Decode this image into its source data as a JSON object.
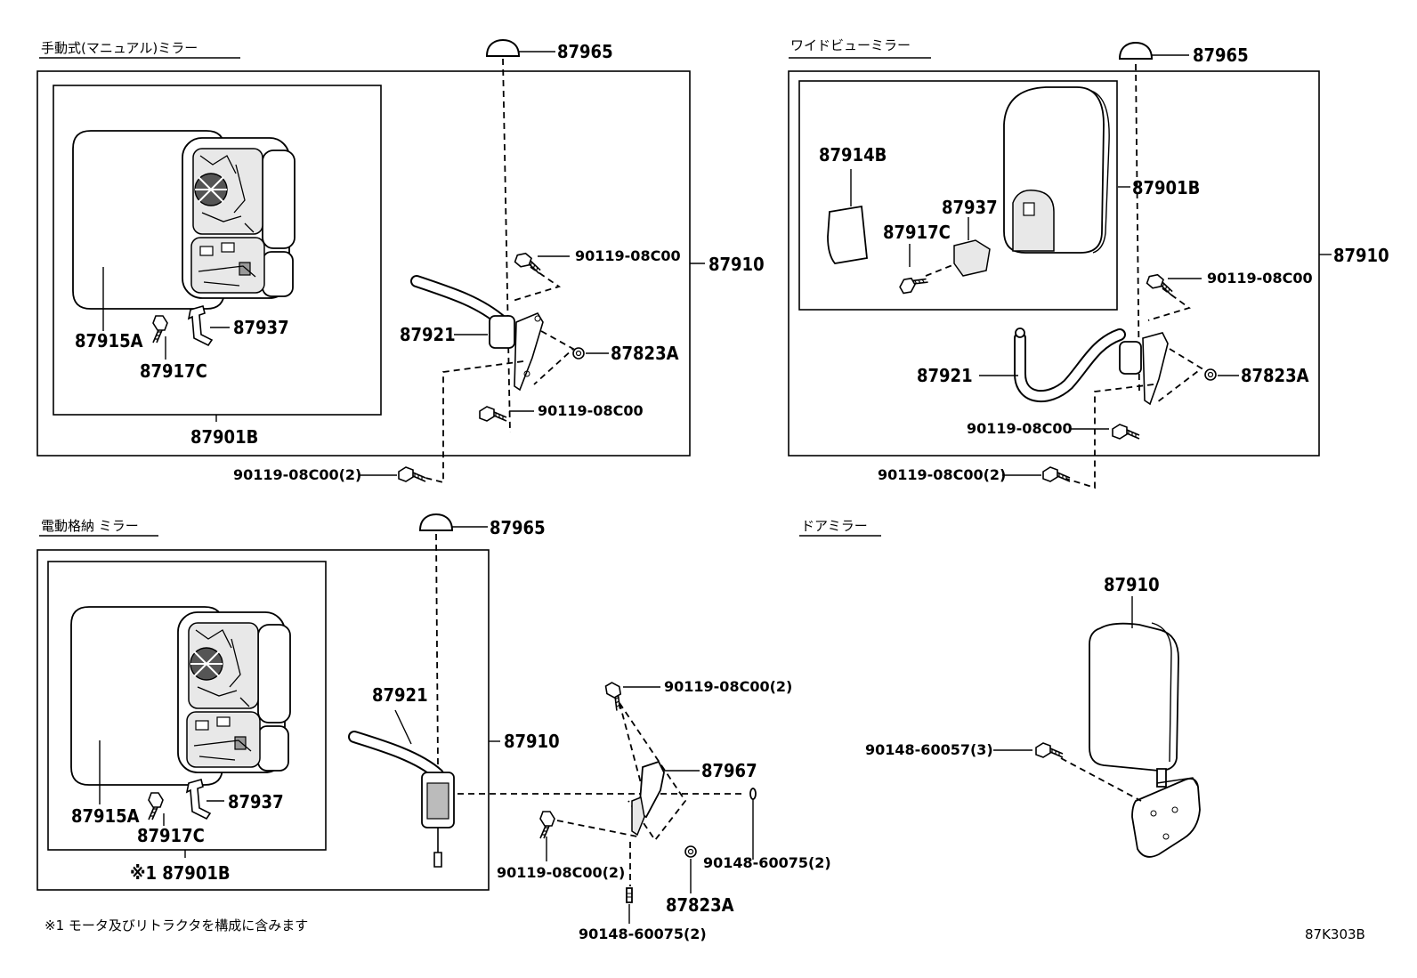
{
  "sections": {
    "manual": {
      "title": "手動式(マニュアル)ミラー",
      "labels": {
        "cap": "87965",
        "bolt_upper": "90119-08C00",
        "assembly": "87910",
        "stay": "87921",
        "nut": "87823A",
        "bolt_lower": "90119-08C00",
        "bolt_outer": "90119-08C00(2)",
        "mirror": "87915A",
        "bracket": "87937",
        "screw": "87917C",
        "mirror_sub": "87901B"
      }
    },
    "wide": {
      "title": "ワイドビューミラー",
      "labels": {
        "cap": "87965",
        "cover": "87914B",
        "bracket": "87937",
        "screw": "87917C",
        "mirror_sub": "87901B",
        "assembly": "87910",
        "bolt_upper": "90119-08C00",
        "stay": "87921",
        "nut": "87823A",
        "bolt_lower": "90119-08C00",
        "bolt_outer": "90119-08C00(2)"
      }
    },
    "power": {
      "title": "電動格納 ミラー",
      "labels": {
        "cap": "87965",
        "stay": "87921",
        "assembly": "87910",
        "mirror": "87915A",
        "bracket": "87937",
        "screw": "87917C",
        "mirror_sub": "※1 87901B",
        "bolt_a": "90119-08C00(2)",
        "base": "87967",
        "bolt_b": "90119-08C00(2)",
        "screw_b": "90148-60075(2)",
        "nut": "87823A",
        "screw_c": "90148-60075(2)"
      }
    },
    "door": {
      "title": "ドアミラー",
      "labels": {
        "assembly": "87910",
        "screw": "90148-60057(3)"
      }
    }
  },
  "footnote": "※1 モータ及びリトラクタを構成に含みます",
  "diagram_code": "87K303B"
}
